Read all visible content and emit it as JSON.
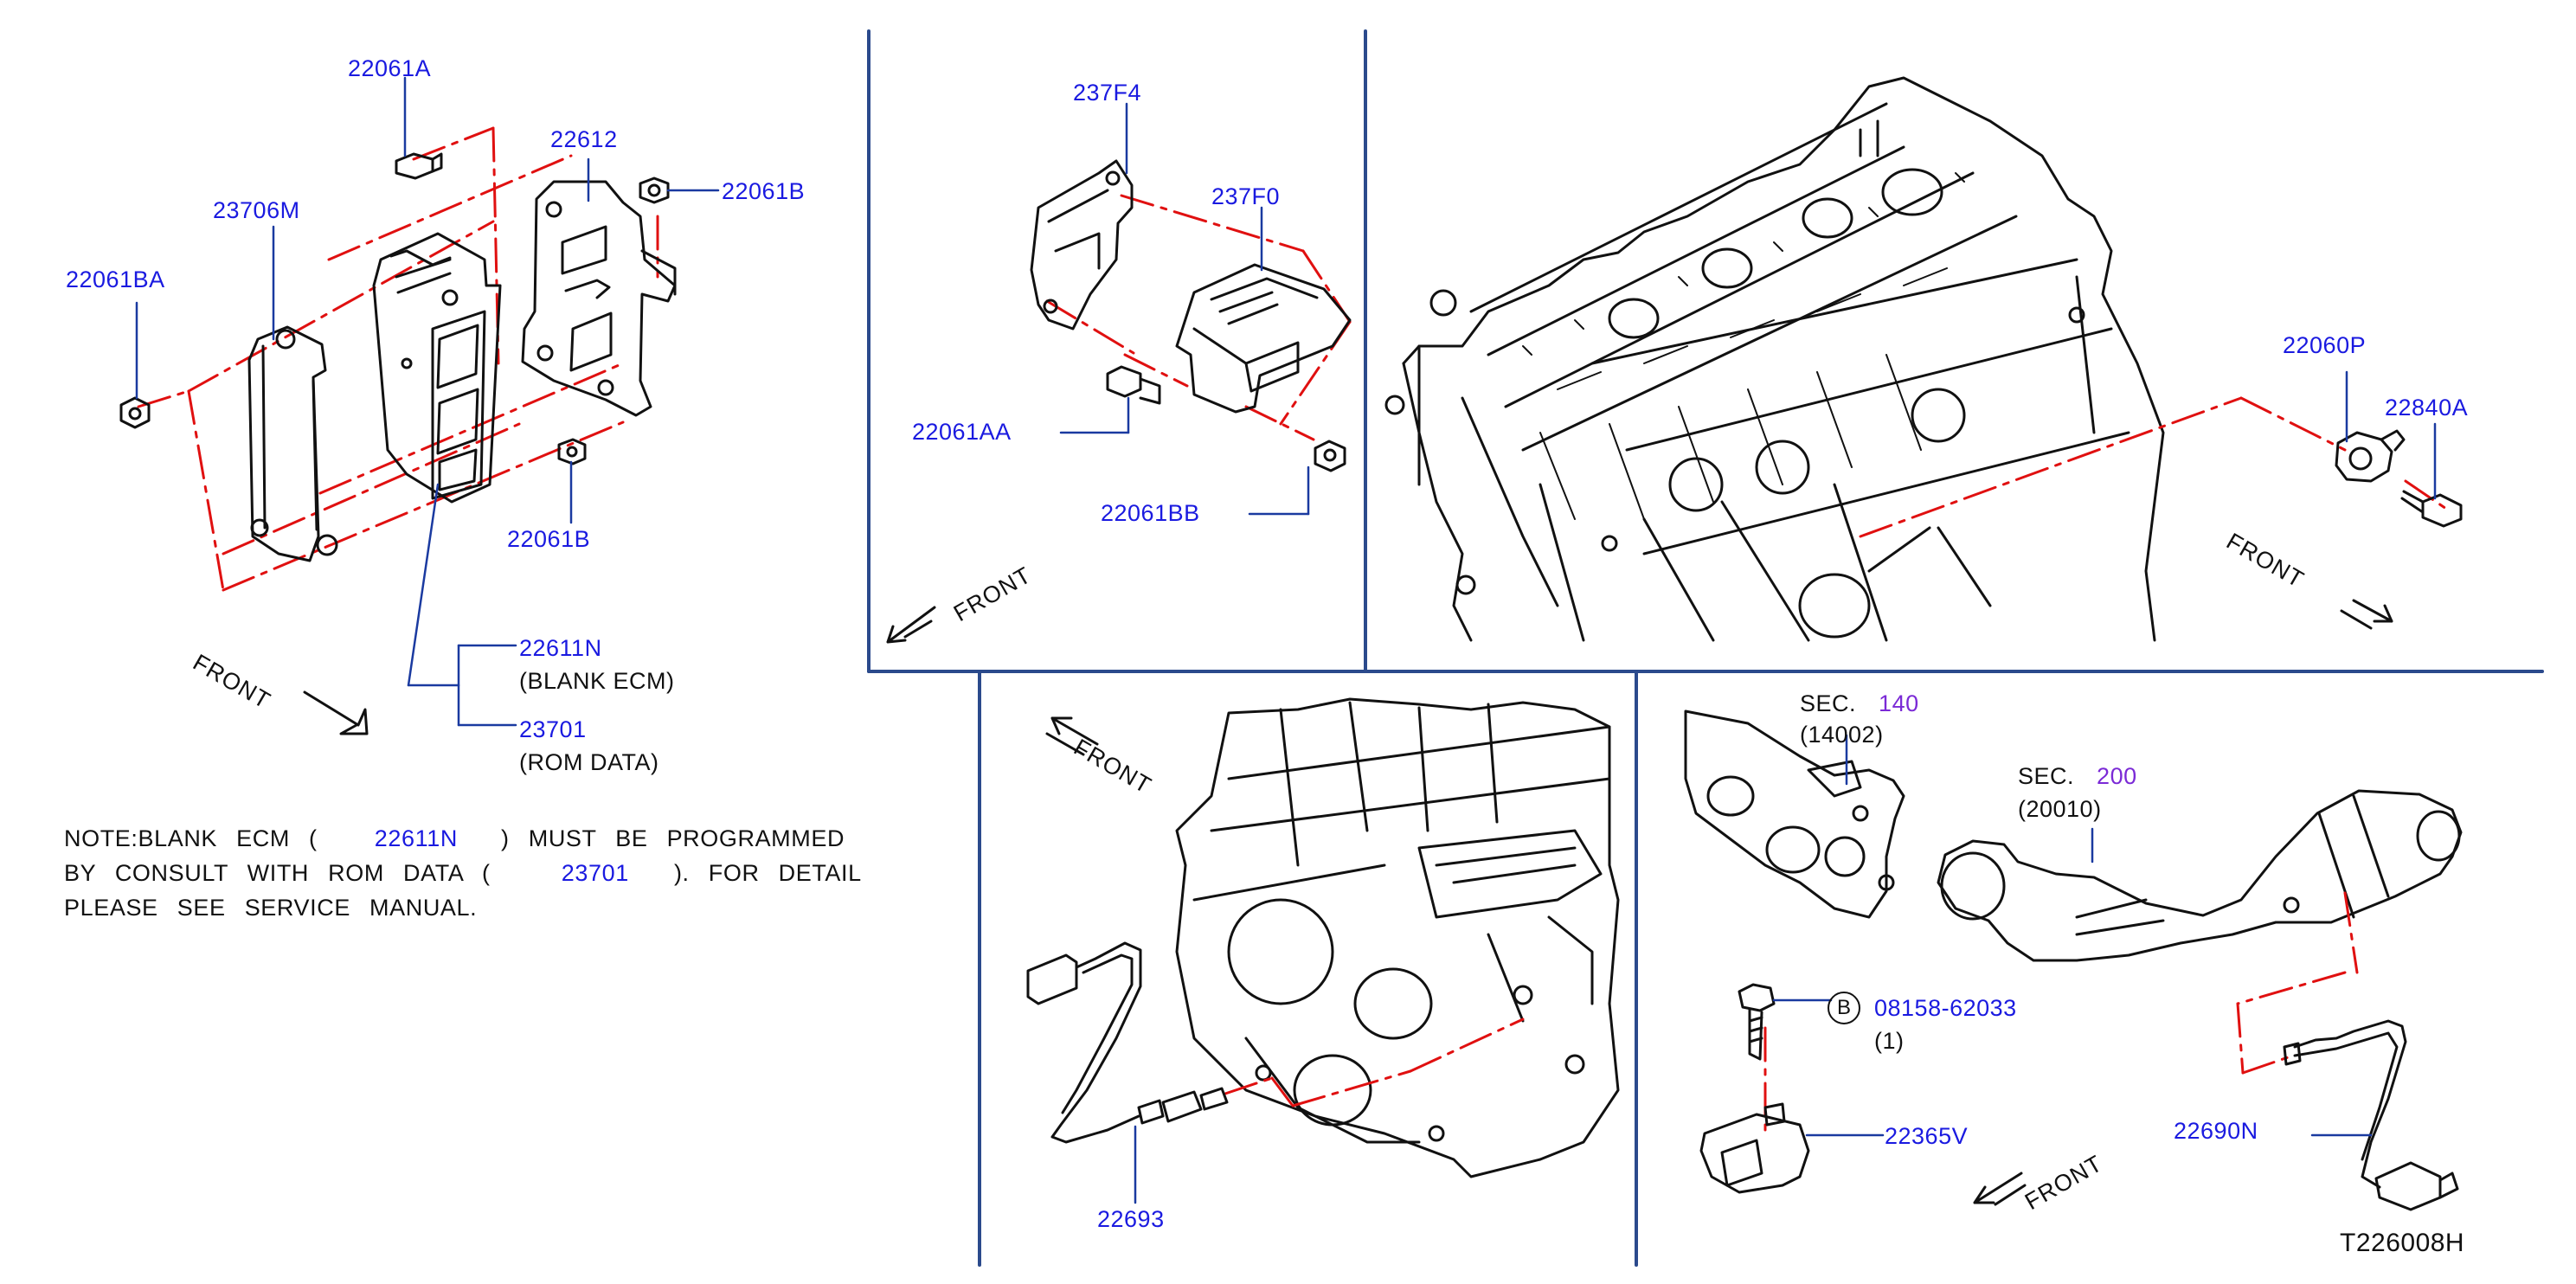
{
  "colors": {
    "part_number": "#1a1ae0",
    "section_number": "#7b2ad6",
    "divider": "#2b4a8c",
    "phantom_line": "#e01010",
    "outline": "#111111"
  },
  "drawing_id": "T226008H",
  "front_label": "FRONT",
  "panel_ecm": {
    "labels": {
      "p22061A": "22061A",
      "p22612": "22612",
      "p22061B_top": "22061B",
      "p23706M": "23706M",
      "p22061BA": "22061BA",
      "p22061B_bottom": "22061B",
      "p22611N": "22611N",
      "blank_ecm": "(BLANK  ECM)",
      "p23701": "23701",
      "rom_data": "(ROM  DATA)"
    },
    "note": {
      "line1_a": "NOTE:BLANK ECM (",
      "line1_pn": "22611N",
      "line1_b": ") MUST BE PROGRAMMED",
      "line2_a": "BY CONSULT WITH ROM DATA (",
      "line2_pn": "23701",
      "line2_b": "). FOR DETAIL",
      "line3": "PLEASE SEE SERVICE MANUAL."
    }
  },
  "panel_module": {
    "labels": {
      "p237F4": "237F4",
      "p237F0": "237F0",
      "p22061AA": "22061AA",
      "p22061BB": "22061BB"
    }
  },
  "panel_engine_top": {
    "labels": {
      "p22060P": "22060P",
      "p22840A": "22840A"
    }
  },
  "panel_engine_front": {
    "labels": {
      "p22693": "22693"
    }
  },
  "panel_exhaust": {
    "labels": {
      "sec140_prefix": "SEC.",
      "sec140_num": "140",
      "sec140_sub": "(14002)",
      "sec200_prefix": "SEC.",
      "sec200_num": "200",
      "sec200_sub": "(20010)",
      "bolt_circle": "B",
      "bolt_pn": "08158-62033",
      "bolt_qty": "(1)",
      "p22365V": "22365V",
      "p22690N": "22690N"
    }
  }
}
